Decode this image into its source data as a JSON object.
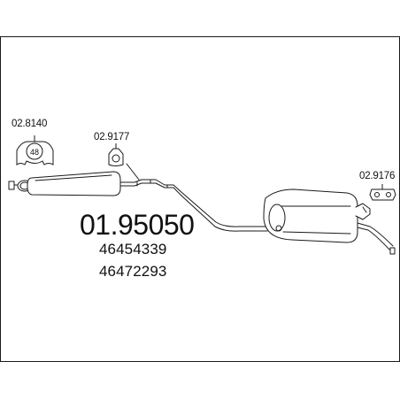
{
  "part_number": "01.95050",
  "oem_numbers": [
    "46454339",
    "46472293"
  ],
  "accessories": {
    "mount_left": {
      "code": "02.8140",
      "badge": "48"
    },
    "clamp_middle": {
      "code": "02.9177"
    },
    "hanger_right": {
      "code": "02.9176"
    }
  },
  "colors": {
    "line": "#1a1a1a",
    "background": "#ffffff"
  }
}
